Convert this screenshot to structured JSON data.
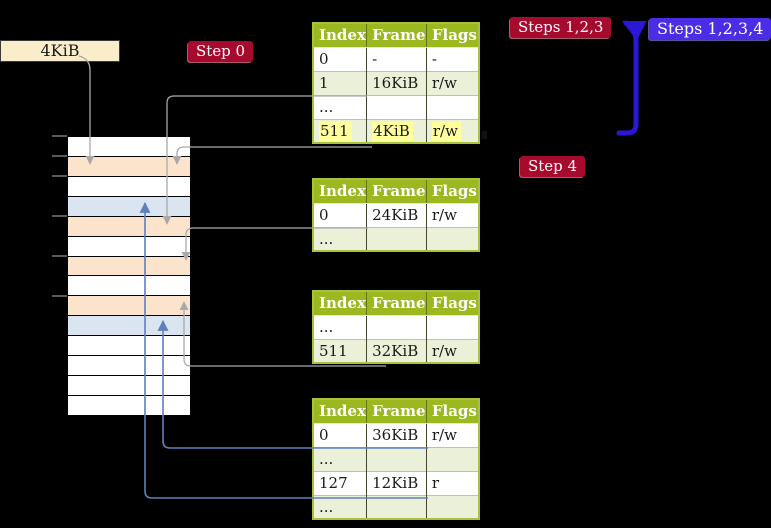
{
  "frame_label": "4KiB",
  "badges": {
    "step0": {
      "label": "Step 0"
    },
    "steps123": {
      "label": "Steps 1,2,3"
    },
    "steps1234": {
      "label": "Steps 1,2,3,4"
    },
    "step4": {
      "label": "Step 4"
    }
  },
  "colors": {
    "badge_crimson": "#a60a2d",
    "badge_indigo": "#4a2de4",
    "loop_arrow_blue": "#2c17d6",
    "connector_gray": "#a9a9a9",
    "connector_steel_blue": "#5f80ba",
    "tick_gray": "#909090",
    "table_header_green": "#9bb821",
    "table_border_green": "#a9c23d",
    "table_row_pale_green": "#ebf1d9",
    "highlight_yellow": "#ffff9e",
    "memory_peach": "#fce3cb",
    "memory_blue": "#dbe5f2",
    "frame_label_cream": "#faedca"
  },
  "tables": [
    {
      "name": "page-table-l4",
      "headers": [
        "Index",
        "Frame",
        "Flags"
      ],
      "rows": [
        {
          "index": "0",
          "frame": "-",
          "flags": "-"
        },
        {
          "index": "1",
          "frame": "16KiB",
          "flags": "r/w"
        },
        {
          "index": "...",
          "frame": "",
          "flags": ""
        },
        {
          "index": "511",
          "frame": "4KiB",
          "flags": "r/w"
        }
      ]
    },
    {
      "name": "page-table-l3",
      "headers": [
        "Index",
        "Frame",
        "Flags"
      ],
      "rows": [
        {
          "index": "0",
          "frame": "24KiB",
          "flags": "r/w"
        },
        {
          "index": "...",
          "frame": "",
          "flags": ""
        }
      ]
    },
    {
      "name": "page-table-l2",
      "headers": [
        "Index",
        "Frame",
        "Flags"
      ],
      "rows": [
        {
          "index": "...",
          "frame": "",
          "flags": ""
        },
        {
          "index": "511",
          "frame": "32KiB",
          "flags": "r/w"
        }
      ]
    },
    {
      "name": "page-table-l1",
      "headers": [
        "Index",
        "Frame",
        "Flags"
      ],
      "rows": [
        {
          "index": "0",
          "frame": "36KiB",
          "flags": "r/w"
        },
        {
          "index": "...",
          "frame": "",
          "flags": ""
        },
        {
          "index": "127",
          "frame": "12KiB",
          "flags": "r"
        },
        {
          "index": "...",
          "frame": "",
          "flags": ""
        }
      ]
    }
  ],
  "memory": {
    "rows": [
      {
        "css": "mem-row white"
      },
      {
        "css": "mem-row peach"
      },
      {
        "css": "mem-row white"
      },
      {
        "css": "mem-row blue"
      },
      {
        "css": "mem-row peach"
      },
      {
        "css": "mem-row white"
      },
      {
        "css": "mem-row peach"
      },
      {
        "css": "mem-row white"
      },
      {
        "css": "mem-row peach"
      },
      {
        "css": "mem-row blue"
      },
      {
        "css": "mem-row white"
      },
      {
        "css": "mem-row white"
      },
      {
        "css": "mem-row white"
      },
      {
        "css": "mem-row white"
      }
    ]
  }
}
